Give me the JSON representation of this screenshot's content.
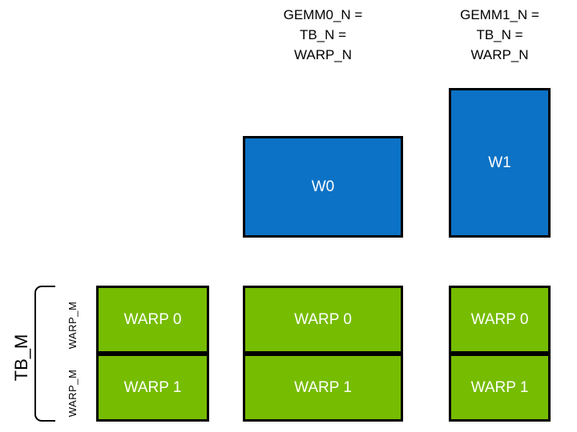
{
  "diagram": {
    "title_hidden": "",
    "colors": {
      "blue_tile": "#0C72C5",
      "green_tile": "#76BC00",
      "outline": "#000000",
      "background": "#ffffff",
      "label_text": "#ffffff",
      "annotation_text": "#000000"
    },
    "headers": [
      {
        "id": "gemm0",
        "text": "GEMM0_N =\nTB_N =\nWARP_N"
      },
      {
        "id": "gemm1",
        "text": "GEMM1_N =\nTB_N =\nWARP_N"
      }
    ],
    "warp_tiles": [
      {
        "id": "w0",
        "label": "W0",
        "color": "#0C72C5"
      },
      {
        "id": "w1",
        "label": "W1",
        "color": "#0670C4"
      }
    ],
    "thread_block": {
      "bracket_label": "TB_M",
      "row_labels": [
        "WARP_M",
        "WARP_M"
      ],
      "columns": [
        {
          "id": "col-a",
          "rows": [
            {
              "label": "WARP 0"
            },
            {
              "label": "WARP 1"
            }
          ]
        },
        {
          "id": "col-b",
          "rows": [
            {
              "label": "WARP 0"
            },
            {
              "label": "WARP 1"
            }
          ]
        },
        {
          "id": "col-c",
          "rows": [
            {
              "label": "WARP 0"
            },
            {
              "label": "WARP 1"
            }
          ]
        }
      ]
    }
  }
}
